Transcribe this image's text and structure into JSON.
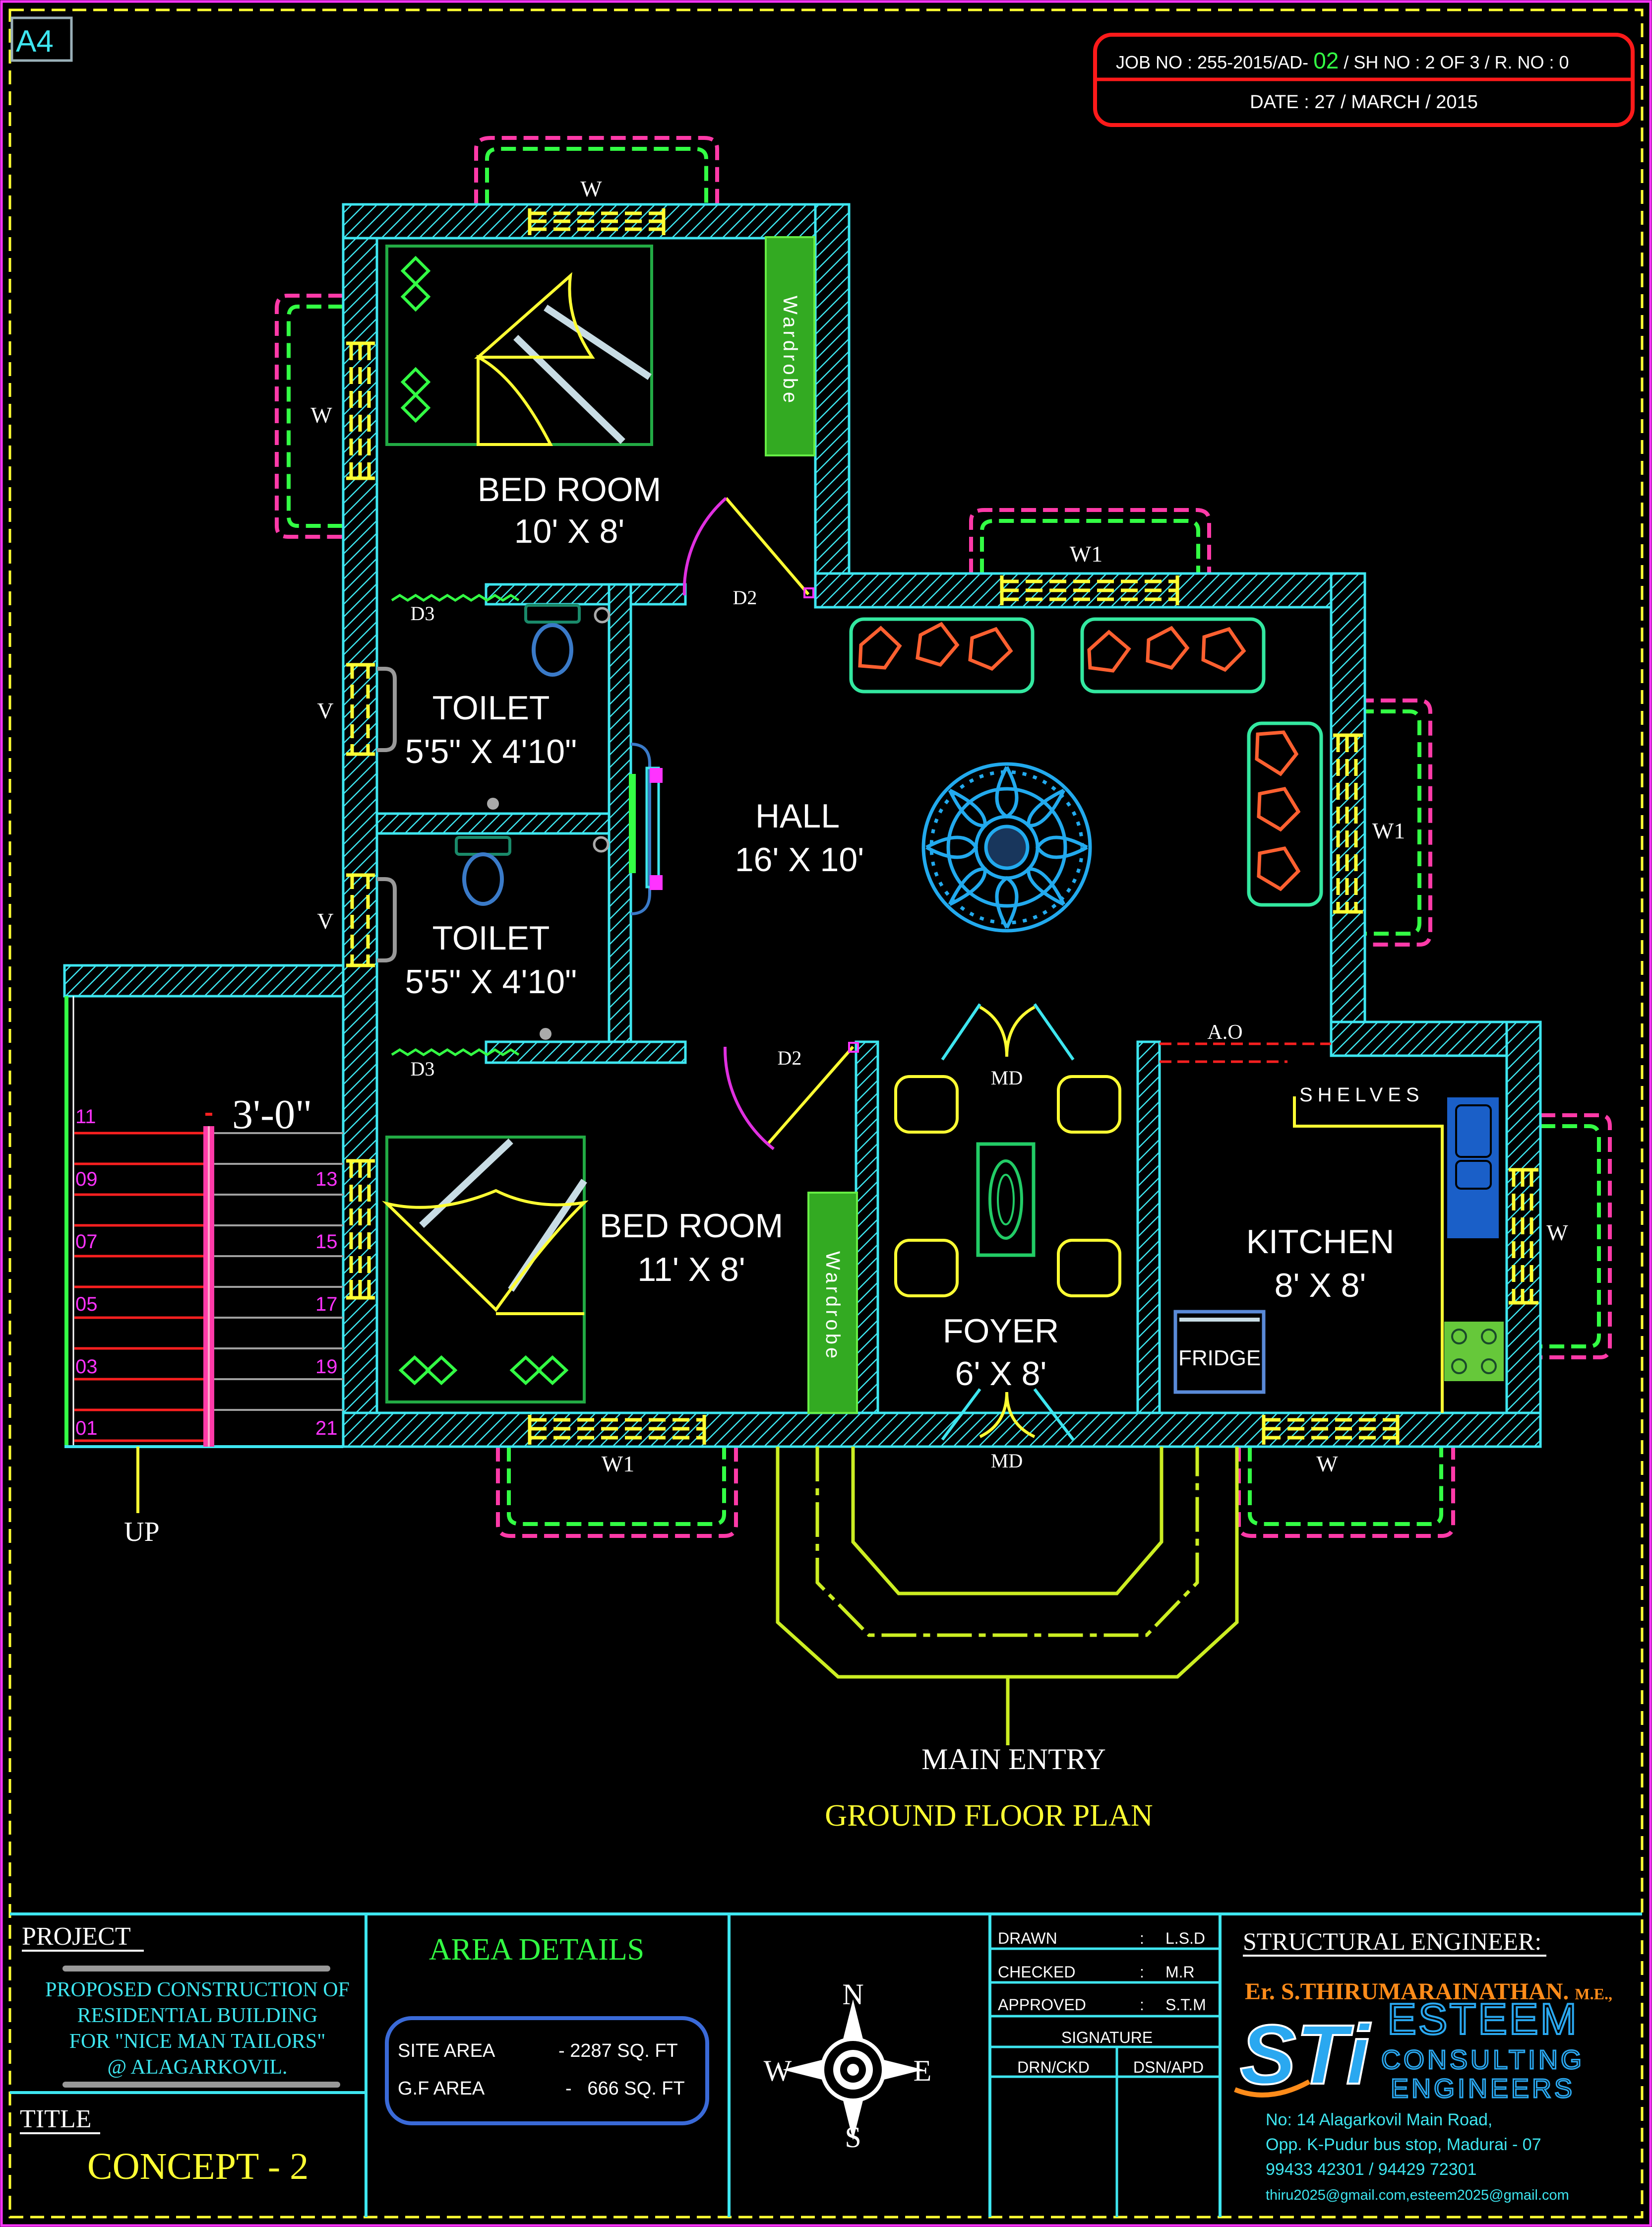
{
  "sheet": {
    "size_tag": "A4",
    "job_no_prefix": "JOB NO : 255-2015/AD-",
    "job_no_number": "02",
    "job_no_suffix": "/ SH NO : 2 OF 3 / R. NO : 0",
    "date": "DATE : 27 / MARCH / 2015"
  },
  "rooms": {
    "bedroom1_name": "BED ROOM",
    "bedroom1_size": "10' X 8'",
    "toilet1_name": "TOILET",
    "toilet1_size": "5'5\" X 4'10\"",
    "toilet2_name": "TOILET",
    "toilet2_size": "5'5\" X 4'10\"",
    "hall_name": "HALL",
    "hall_size": "16' X 10'",
    "bedroom2_name": "BED ROOM",
    "bedroom2_size": "11' X 8'",
    "foyer_name": "FOYER",
    "foyer_size": "6' X 8'",
    "kitchen_name": "KITCHEN",
    "kitchen_size": "8' X 8'"
  },
  "labels": {
    "window_w": "W",
    "window_w1": "W1",
    "vent": "V",
    "door_d2": "D2",
    "door_d3": "D3",
    "main_door": "MD",
    "open_arch": "A.O",
    "wardrobe": "Wardrobe",
    "shelves": "SHELVES",
    "fridge": "FRIDGE",
    "stair_width": "3'-0\"",
    "stair_up": "UP",
    "main_entry": "MAIN ENTRY",
    "plan_title": "GROUND FLOOR PLAN"
  },
  "stair_steps_left": [
    "11",
    "09",
    "07",
    "05",
    "03",
    "01"
  ],
  "stair_steps_right": [
    "13",
    "15",
    "17",
    "19",
    "21"
  ],
  "title_block": {
    "project_heading": "PROJECT",
    "project_lines": [
      "PROPOSED CONSTRUCTION OF",
      "RESIDENTIAL BUILDING",
      "FOR \"NICE MAN TAILORS\"",
      "@ ALAGARKOVIL."
    ],
    "title_heading": "TITLE",
    "title_value": "CONCEPT - 2",
    "area_heading": "AREA DETAILS",
    "site_area_label": "SITE AREA",
    "site_area_value": "- 2287 SQ. FT",
    "gf_area_label": "G.F AREA",
    "gf_area_value": "-   666 SQ. FT",
    "compass_n": "N",
    "compass_s": "S",
    "compass_e": "E",
    "compass_w": "W",
    "drawn_label": "DRAWN",
    "drawn_value": "L.S.D",
    "checked_label": "CHECKED",
    "checked_value": "M.R",
    "approved_label": "APPROVED",
    "approved_value": "S.T.M",
    "colon": ":",
    "signature": "SIGNATURE",
    "drn_ckd": "DRN/CKD",
    "dsn_apd": "DSN/APD",
    "engineer_heading": "STRUCTURAL ENGINEER:",
    "engineer_name": "Er. S.THIRUMARAINATHAN.",
    "engineer_degree": "M.E.,",
    "firm_mark": "STi",
    "firm_name": "ESTEEM",
    "firm_line2": "CONSULTING",
    "firm_line3": "ENGINEERS",
    "address1": "No: 14 Alagarkovil Main Road,",
    "address2": "Opp. K-Pudur bus stop, Madurai - 07",
    "phones": "99433 42301 / 94429 72301",
    "emails": "thiru2025@gmail.com,esteem2025@gmail.com"
  },
  "colors": {
    "wall": "#3ee6f0",
    "border": "#ffff33",
    "window": "#ffff33",
    "outer_sill": "#ff3aa8",
    "inner_sill": "#33ff44",
    "stair_red": "#ff2020",
    "magenta": "#ff33ff",
    "door_swing": "#e030e0",
    "frame": "#ff0000"
  }
}
